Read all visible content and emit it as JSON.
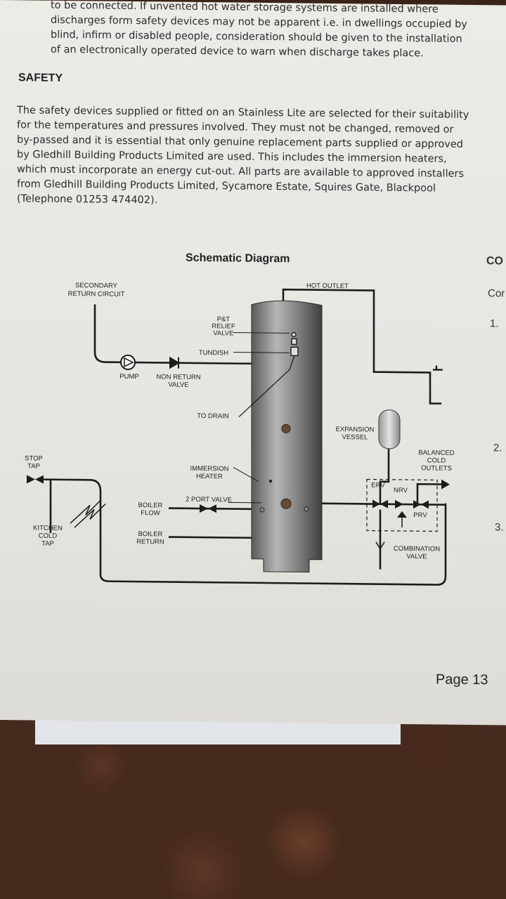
{
  "document": {
    "top_paragraph": "to be connected. If unvented hot water storage systems are installed where\ndischarges form safety devices may not be apparent i.e. in dwellings occupied by\nblind, infirm or disabled people, consideration should be given to the installation\nof an electronically operated device to warn when discharge takes place.",
    "safety_heading": "SAFETY",
    "safety_paragraph": "The safety devices supplied or fitted on an Stainless Lite are selected for their suitability\nfor the temperatures and pressures involved. They must not be changed, removed or\nby-passed and it is essential that only genuine replacement parts supplied or approved\nby Gledhill Building Products Limited are used. This includes the immersion heaters,\nwhich must incorporate an energy cut-out. All parts are available to approved installers\nfrom Gledhill Building Products Limited, Sycamore Estate, Squires Gate, Blackpool\n(Telephone 01253 474402).",
    "diagram_title": "Schematic Diagram",
    "right_column": {
      "heading": "CO",
      "sub": "Cor",
      "items": [
        "1.",
        "2.",
        "3."
      ]
    },
    "page_number": "Page 13"
  },
  "labels": {
    "secondary_return": [
      "SECONDARY",
      "RETURN CIRCUIT"
    ],
    "hot_outlet": "HOT OUTLET",
    "pt_relief": [
      "P&T",
      "RELIEF",
      "VALVE"
    ],
    "tundish": "TUNDISH",
    "pump": "PUMP",
    "non_return": [
      "NON RETURN",
      "VALVE"
    ],
    "to_drain": "TO DRAIN",
    "expansion": [
      "EXPANSION",
      "VESSEL"
    ],
    "balanced": [
      "BALANCED",
      "COLD",
      "OUTLETS"
    ],
    "stop_tap": [
      "STOP",
      "TAP"
    ],
    "immersion": [
      "IMMERSION",
      "HEATER"
    ],
    "two_port": "2 PORT VALVE",
    "boiler_flow": [
      "BOILER",
      "FLOW"
    ],
    "boiler_return": [
      "BOILER",
      "RETURN"
    ],
    "kitchen": [
      "KITCHEN",
      "COLD",
      "TAP"
    ],
    "erv": "ERV",
    "nrv": "NRV",
    "prv": "PRV",
    "combination": [
      "COMBINATION",
      "VALVE"
    ]
  }
}
